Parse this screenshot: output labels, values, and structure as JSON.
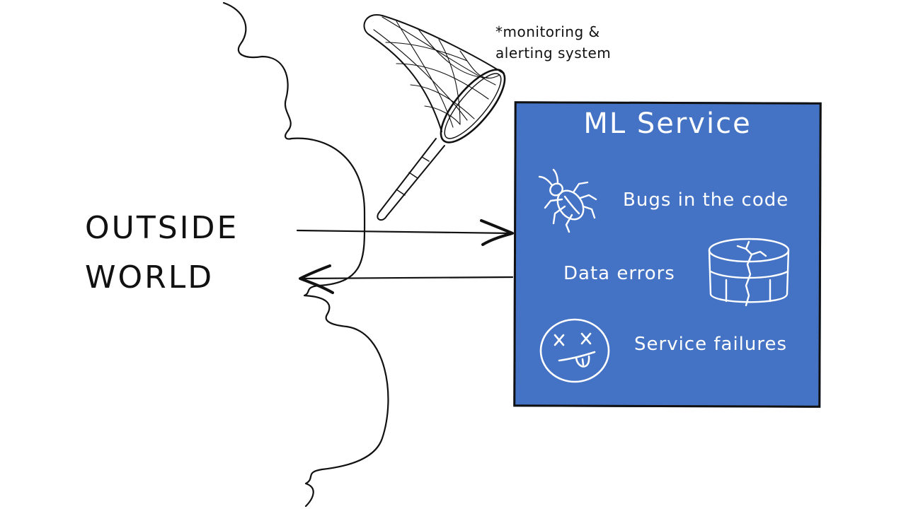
{
  "outside": {
    "line1": "OUTSIDE",
    "line2": "WORLD"
  },
  "note": {
    "line1": "*monitoring &",
    "line2": "alerting system"
  },
  "service": {
    "title": "ML Service",
    "items": [
      {
        "label": "Bugs in the code",
        "icon": "bug-icon"
      },
      {
        "label": "Data errors",
        "icon": "cracked-database-icon"
      },
      {
        "label": "Service failures",
        "icon": "dizzy-face-icon"
      }
    ]
  },
  "colors": {
    "box_fill": "#4472c4",
    "ink": "#111111",
    "icon_ink": "#ffffff"
  }
}
